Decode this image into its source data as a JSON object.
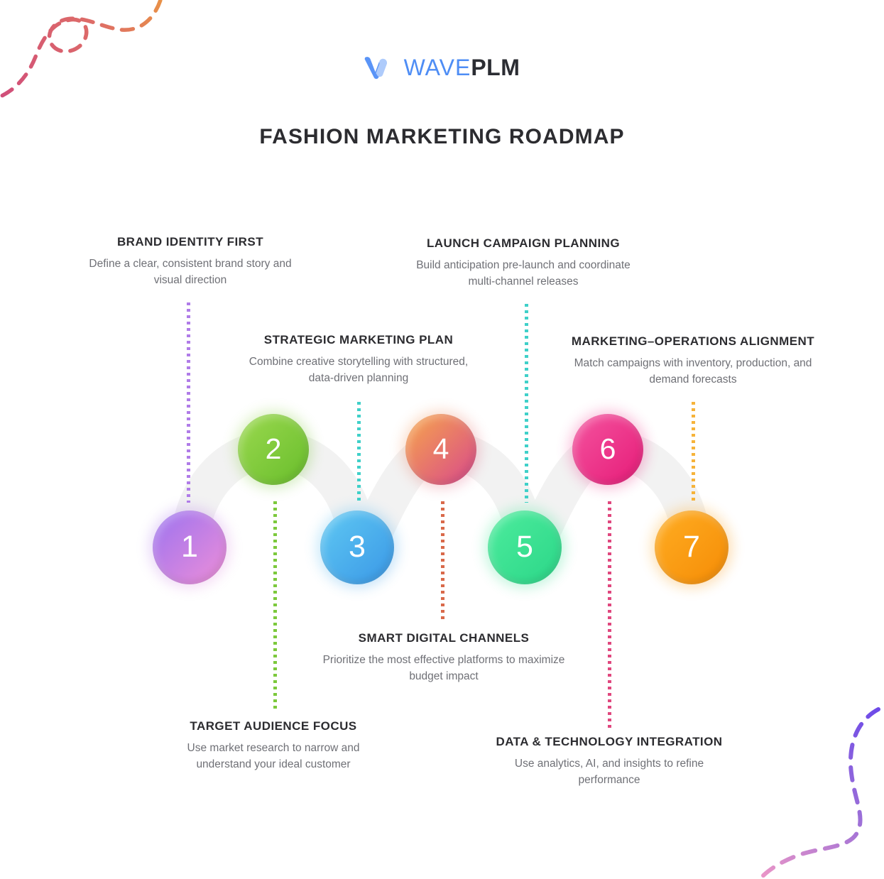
{
  "brand": {
    "name_primary": "WAVE",
    "name_secondary": "PLM",
    "mark": "wave-logo-icon",
    "color_primary": "#4e8df5",
    "color_secondary": "#2b2d33"
  },
  "page": {
    "title": "FASHION MARKETING ROADMAP",
    "background": "#ffffff"
  },
  "decorations": [
    {
      "name": "dashed-loop-squiggle-top-left",
      "colors": [
        "#d4547a",
        "#e8963c"
      ]
    },
    {
      "name": "dashed-curve-bottom-right",
      "colors": [
        "#7b5de8",
        "#e08bc4"
      ]
    }
  ],
  "roadmap": {
    "path_color": "#f2f2f2",
    "steps": [
      {
        "number": "1",
        "title": "BRAND IDENTITY FIRST",
        "description": "Define a clear, consistent brand story and visual direction",
        "position": "lower",
        "label_side": "above",
        "color_start": "#9a72f0",
        "color_end": "#ef8fd8",
        "dot_color": "#b07ce8"
      },
      {
        "number": "2",
        "title": "TARGET AUDIENCE FOCUS",
        "description": "Use market research to narrow and understand your ideal customer",
        "position": "upper",
        "label_side": "below",
        "color_start": "#9bd94f",
        "color_end": "#68bd2b",
        "dot_color": "#7cc93c"
      },
      {
        "number": "3",
        "title": "STRATEGIC MARKETING PLAN",
        "description": "Combine creative storytelling with structured, data-driven planning",
        "position": "lower",
        "label_side": "above",
        "color_start": "#5fc9f3",
        "color_end": "#3a97e6",
        "dot_color": "#3fd0c9"
      },
      {
        "number": "4",
        "title": "SMART DIGITAL CHANNELS",
        "description": "Prioritize the most effective platforms to maximize budget impact",
        "position": "upper",
        "label_side": "below",
        "color_start": "#f7a74a",
        "color_end": "#d8488c",
        "dot_color": "#d9694a"
      },
      {
        "number": "5",
        "title": "LAUNCH CAMPAIGN PLANNING",
        "description": "Build anticipation pre-launch and coordinate multi-channel releases",
        "position": "lower",
        "label_side": "above",
        "color_start": "#4dec9d",
        "color_end": "#2bd688",
        "dot_color": "#3fd0c9"
      },
      {
        "number": "6",
        "title": "DATA & TECHNOLOGY INTEGRATION",
        "description": "Use analytics, AI, and insights to refine performance",
        "position": "upper",
        "label_side": "below",
        "color_start": "#f4549f",
        "color_end": "#e61b78",
        "dot_color": "#e0477e"
      },
      {
        "number": "7",
        "title": "MARKETING–OPERATIONS ALIGNMENT",
        "description": "Match campaigns with inventory, production, and demand forecasts",
        "position": "lower",
        "label_side": "above",
        "color_start": "#ffad22",
        "color_end": "#f58c06",
        "dot_color": "#f6b33a"
      }
    ]
  }
}
